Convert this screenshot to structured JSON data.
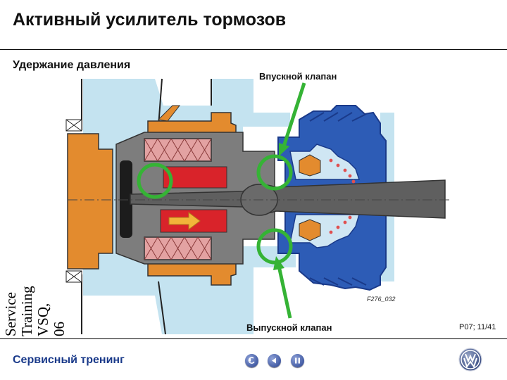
{
  "slide": {
    "title": "Активный усилитель тормозов",
    "subtitle": "Удержание давления"
  },
  "figure": {
    "inlet_label": "Впускной клапан",
    "outlet_label": "Выпускной клапан",
    "code": "F276_032"
  },
  "side_text": {
    "line1": "Service",
    "line2": "Training",
    "line3": "VSQ,",
    "line4": "06"
  },
  "page_number": "P07; 11/41",
  "footer": {
    "label": "Сервисный тренинг"
  },
  "nav": {
    "back_icon": "return-icon",
    "prev_icon": "previous-icon",
    "pause_icon": "pause-icon"
  },
  "logo": "vw-logo-icon",
  "colors": {
    "brand_blue": "#1a3a8a",
    "highlight_green": "#33b233",
    "housing_blue": "#1f4fa8",
    "light_blue": "#bfe0ef",
    "orange": "#e08a2c",
    "red": "#d92027",
    "coil_pink": "#e2a0a0"
  }
}
